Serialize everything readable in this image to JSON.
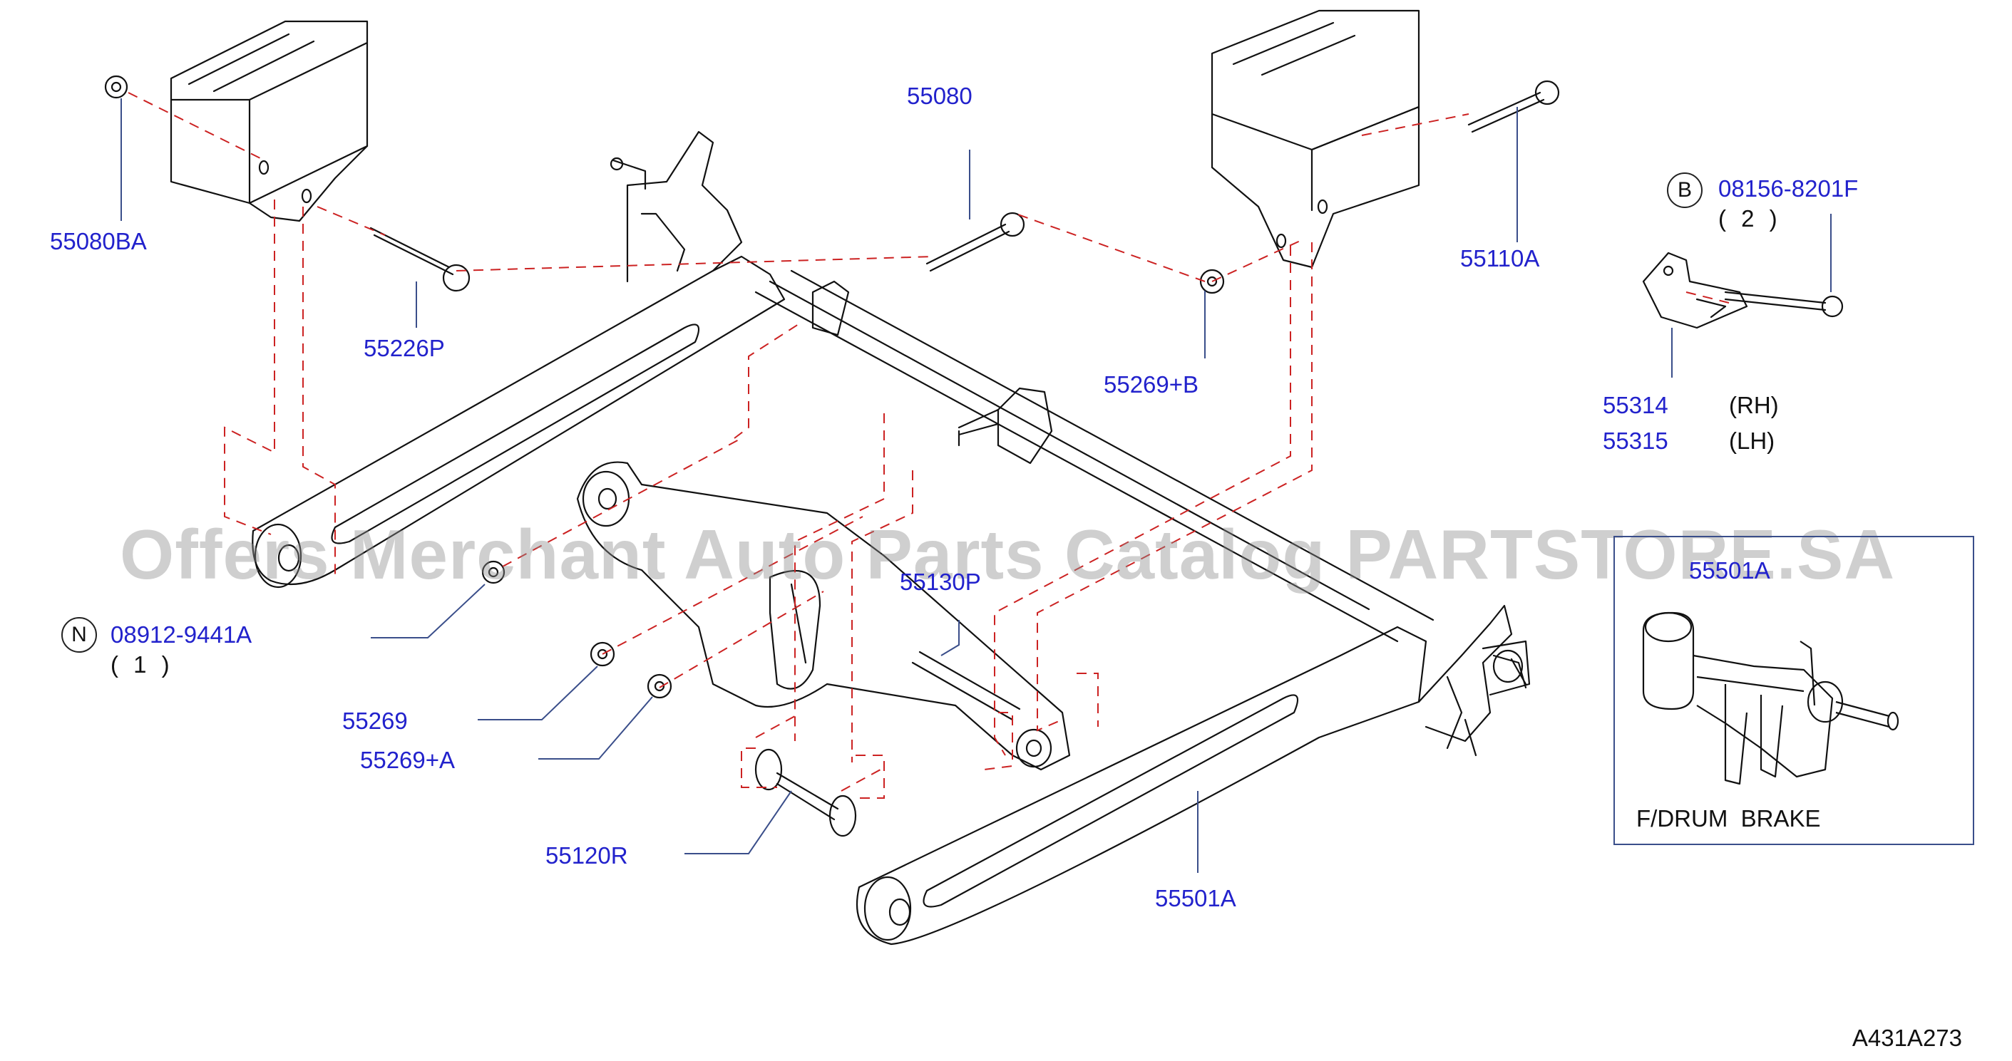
{
  "watermark": "Offers Merchant Auto Parts Catalog PARTSTORE.SA",
  "diagram_code": "A431A273",
  "parts": {
    "p55080BA": "55080BA",
    "p55226P": "55226P",
    "p55080": "55080",
    "p55269B": "55269+B",
    "p55110A": "55110A",
    "p08156": "08156-8201F",
    "p08156_qty": "( 2 )",
    "p08156_prefix": "B",
    "p55314": "55314",
    "p55314_side": "(RH)",
    "p55315": "55315",
    "p55315_side": "(LH)",
    "p08912": "08912-9441A",
    "p08912_qty": "( 1 )",
    "p08912_prefix": "N",
    "p55130P": "55130P",
    "p55269": "55269",
    "p55269A": "55269+A",
    "p55120R": "55120R",
    "p55501A": "55501A",
    "inset_part": "55501A",
    "inset_caption": "F/DRUM  BRAKE"
  }
}
